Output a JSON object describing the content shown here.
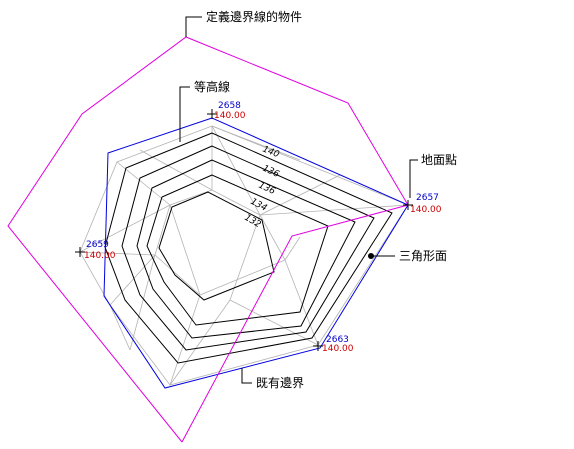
{
  "colors": {
    "boundary": "#e000e0",
    "existing_boundary": "#0000e0",
    "triangles": "#b4b4b4",
    "contours": "#000000",
    "point_id": "#0000cc",
    "point_elevation": "#cc0000"
  },
  "callouts": {
    "boundary_object": "定義邊界線的物件",
    "contour": "等高線",
    "ground_point": "地面點",
    "triangle_face": "三角形面",
    "existing_boundary": "既有邊界"
  },
  "points": [
    {
      "id": "2658",
      "elevation": "140.00"
    },
    {
      "id": "2657",
      "elevation": "140.00"
    },
    {
      "id": "2659",
      "elevation": "140.00"
    },
    {
      "id": "2663",
      "elevation": "140.00"
    }
  ],
  "contour_labels": [
    "140",
    "136",
    "136",
    "134",
    "132"
  ]
}
